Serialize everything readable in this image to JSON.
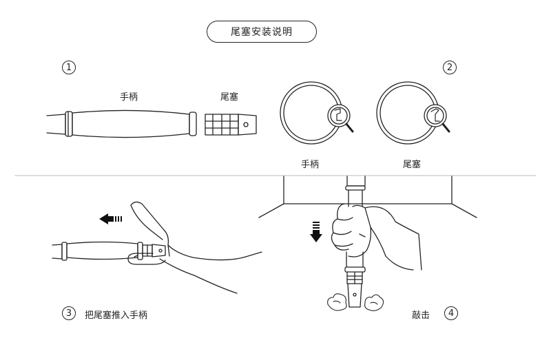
{
  "title": "尾塞安装说明",
  "step1": {
    "number": "1",
    "handle_label": "手柄",
    "plug_label": "尾塞"
  },
  "step2": {
    "number": "2",
    "handle_label": "手柄",
    "plug_label": "尾塞"
  },
  "step3": {
    "number": "3",
    "caption": "把尾塞推入手柄"
  },
  "step4": {
    "number": "4",
    "caption": "敲击"
  },
  "colors": {
    "line": "#222222",
    "background": "#ffffff",
    "divider": "#bbbbbb"
  },
  "icons": [
    "push-left-arrow-icon",
    "down-arrow-icon",
    "magnifier-icon",
    "dust-cloud-icon"
  ]
}
